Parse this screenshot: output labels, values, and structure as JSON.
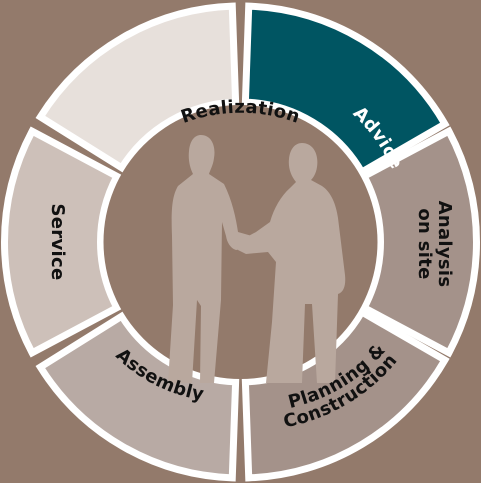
{
  "diagram": {
    "segments": [
      {
        "id": "advice",
        "lines": [
          "Advice"
        ],
        "fill": "#005562",
        "text_color": "#ffffff"
      },
      {
        "id": "analysis",
        "lines": [
          "Analysis",
          "on site"
        ],
        "fill": "#a4928a",
        "text_color": "#111111"
      },
      {
        "id": "planning",
        "lines": [
          "Planning &",
          "Construction"
        ],
        "fill": "#a4928a",
        "text_color": "#111111"
      },
      {
        "id": "assembly",
        "lines": [
          "Assembly"
        ],
        "fill": "#b8aaa4",
        "text_color": "#111111"
      },
      {
        "id": "service",
        "lines": [
          "Service"
        ],
        "fill": "#cdc0b9",
        "text_color": "#111111"
      },
      {
        "id": "realization",
        "lines": [
          "Realization"
        ],
        "fill": "#e7e0db",
        "text_color": "#111111"
      }
    ],
    "colors": {
      "background": "#937a6b",
      "separator": "#ffffff",
      "center": "#937a6b",
      "silhouette": "#b9a89e"
    },
    "center_image": "handshake-silhouette"
  }
}
